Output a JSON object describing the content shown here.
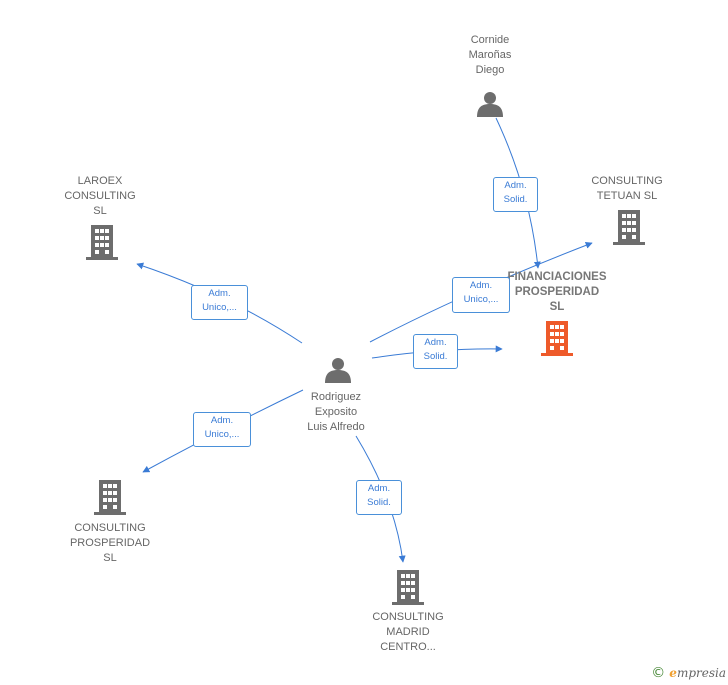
{
  "colors": {
    "edge": "#3a7bd5",
    "node_gray": "#6d6d6d",
    "focus_orange": "#ee5a2a",
    "text_gray": "#666666"
  },
  "nodes": {
    "cornide": {
      "lines": [
        "Cornide",
        "Maroñas",
        "Diego"
      ],
      "icon": "person-icon"
    },
    "rodriguez": {
      "lines": [
        "Rodriguez",
        "Exposito",
        "Luis Alfredo"
      ],
      "icon": "person-icon"
    },
    "laroex": {
      "lines": [
        "LAROEX",
        "CONSULTING",
        "SL"
      ],
      "icon": "building-icon"
    },
    "tetuan": {
      "lines": [
        "CONSULTING",
        "TETUAN  SL"
      ],
      "icon": "building-icon"
    },
    "financiaciones": {
      "lines": [
        "FINANCIACIONES",
        "PROSPERIDAD",
        "SL"
      ],
      "icon": "building-icon"
    },
    "prosperidad": {
      "lines": [
        "CONSULTING",
        "PROSPERIDAD",
        "SL"
      ],
      "icon": "building-icon"
    },
    "madrid": {
      "lines": [
        "CONSULTING",
        "MADRID",
        "CENTRO..."
      ],
      "icon": "building-icon"
    }
  },
  "edges": {
    "cornide_fin": [
      "Adm.",
      "Solid."
    ],
    "rod_laroex": [
      "Adm.",
      "Unico,..."
    ],
    "rod_tetuan": [
      "Adm.",
      "Unico,..."
    ],
    "rod_fin": [
      "Adm.",
      "Solid."
    ],
    "rod_prosp": [
      "Adm.",
      "Unico,..."
    ],
    "rod_madrid": [
      "Adm.",
      "Solid."
    ]
  },
  "footer": {
    "copyright": "©",
    "brand_first": "e",
    "brand_rest": "mpresia"
  }
}
